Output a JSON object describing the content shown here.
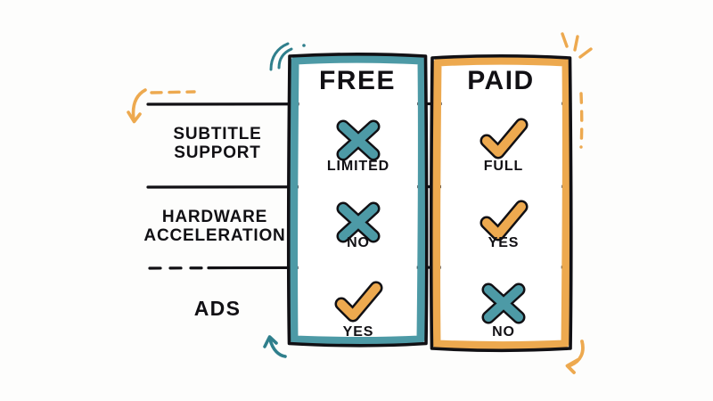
{
  "meta": {
    "title": "FREE vs PAID feature comparison",
    "background_color": "#fdfdfc"
  },
  "palette": {
    "ink": "#111014",
    "teal": "#4d9aa6",
    "teal_dark": "#2f7f8c",
    "orange": "#eda94f",
    "orange_dark": "#e09a33",
    "white": "#ffffff"
  },
  "columns": [
    {
      "key": "free",
      "label": "FREE",
      "accent": "#4d9aa6"
    },
    {
      "key": "paid",
      "label": "PAID",
      "accent": "#eda94f"
    }
  ],
  "rows": [
    {
      "key": "subtitle-support",
      "label": "SUBTITLE\nSUPPORT",
      "free": {
        "icon": "cross-icon",
        "icon_color": "#4d9aa6",
        "caption": "LIMITED"
      },
      "paid": {
        "icon": "check-icon",
        "icon_color": "#eda94f",
        "caption": "FULL"
      }
    },
    {
      "key": "hardware-acceleration",
      "label": "HARDWARE\nACCELERATION",
      "free": {
        "icon": "cross-icon",
        "icon_color": "#4d9aa6",
        "caption": "NO"
      },
      "paid": {
        "icon": "check-icon",
        "icon_color": "#eda94f",
        "caption": "YES"
      }
    },
    {
      "key": "ads",
      "label": "ADS",
      "free": {
        "icon": "check-icon",
        "icon_color": "#eda94f",
        "caption": "YES"
      },
      "paid": {
        "icon": "cross-icon",
        "icon_color": "#4d9aa6",
        "caption": "NO"
      }
    }
  ],
  "decorations": [
    {
      "key": "speed-lines-top-left",
      "name": "speed-lines-icon",
      "color": "#2f7f8c"
    },
    {
      "key": "sparkle-top-right",
      "name": "sparkle-icon",
      "color": "#eda94f"
    },
    {
      "key": "dashed-line-top-left",
      "name": "dashed-line-icon",
      "color": "#eda94f"
    },
    {
      "key": "dashed-line-right",
      "name": "dashed-line-icon",
      "color": "#eda94f"
    },
    {
      "key": "arrow-down-left",
      "name": "curved-arrow-icon",
      "color": "#eda94f"
    },
    {
      "key": "arrow-up-bottom-left",
      "name": "curved-arrow-icon",
      "color": "#2f7f8c"
    },
    {
      "key": "arrow-down-bottom-right",
      "name": "curved-arrow-icon",
      "color": "#eda94f"
    }
  ]
}
